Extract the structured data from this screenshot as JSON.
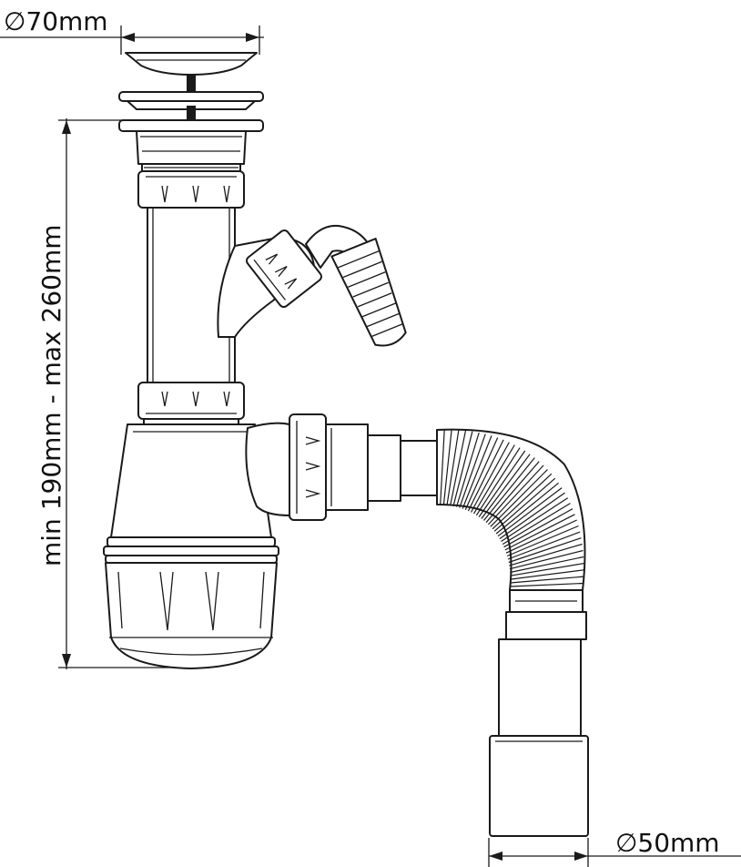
{
  "dimensions": {
    "top_diameter": "∅70mm",
    "height_range": "min 190mm - max 260mm",
    "outlet_diameter": "∅50mm"
  }
}
